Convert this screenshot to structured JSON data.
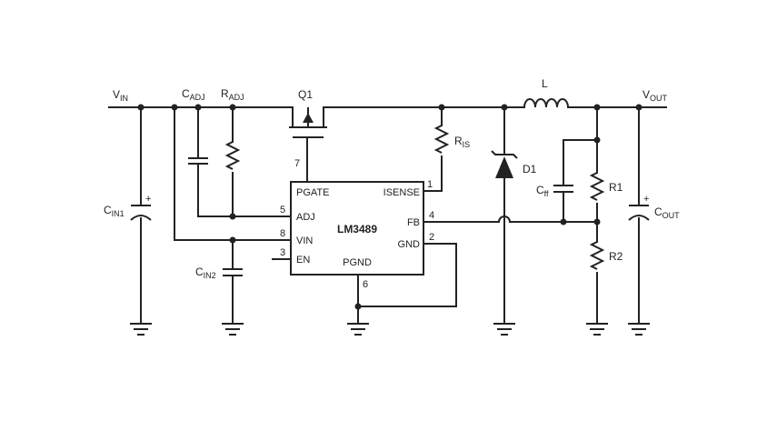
{
  "ic": {
    "name": "LM3489",
    "pins": {
      "pgate": "PGATE",
      "adj": "ADJ",
      "vin": "VIN",
      "en": "EN",
      "isense": "ISENSE",
      "fb": "FB",
      "gnd": "GND",
      "pgnd": "PGND"
    },
    "pin_numbers": {
      "pgate": "7",
      "adj": "5",
      "vin": "8",
      "en": "3",
      "isense": "1",
      "fb": "4",
      "gnd": "2",
      "pgnd": "6"
    }
  },
  "labels": {
    "vin": {
      "main": "V",
      "sub": "IN"
    },
    "cadj": {
      "main": "C",
      "sub": "ADJ"
    },
    "radj": {
      "main": "R",
      "sub": "ADJ"
    },
    "q1": "Q1",
    "ris": {
      "main": "R",
      "sub": "IS"
    },
    "l": "L",
    "vout": {
      "main": "V",
      "sub": "OUT"
    },
    "d1": "D1",
    "cff": {
      "main": "C",
      "sub": "ff"
    },
    "r1": "R1",
    "r2": "R2",
    "cin1": {
      "main": "C",
      "sub": "IN1"
    },
    "cin2": {
      "main": "C",
      "sub": "IN2"
    },
    "cout": {
      "main": "C",
      "sub": "OUT"
    },
    "plus": "+"
  }
}
